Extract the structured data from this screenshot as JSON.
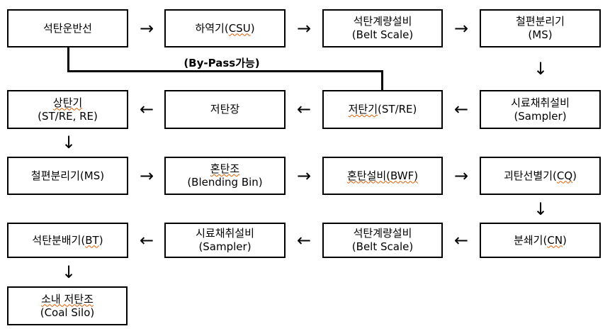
{
  "colors": {
    "background": "#ffffff",
    "line": "#000000",
    "text": "#000000",
    "spellcheck_squiggle": "#e05c00"
  },
  "icons": {
    "arrow_right": "→",
    "arrow_left": "←",
    "arrow_down": "↓"
  },
  "bypass": {
    "label": "(By-Pass가능)"
  },
  "nodes": [
    {
      "id": "coal-carrier",
      "l1a": "석탄운반선"
    },
    {
      "id": "unloader-csu",
      "l1a": "하역기(",
      "l1m": "CSU",
      "l1b": ")"
    },
    {
      "id": "belt-scale-1",
      "l1a": "석탄계량설비",
      "l2a": "(Belt Scale)"
    },
    {
      "id": "magnetic-separator-1",
      "l1a": "철편분리기",
      "l2a": "(MS)"
    },
    {
      "id": "stacker",
      "l1m": "상탄기",
      "l2a": "(ST/RE, RE)"
    },
    {
      "id": "coal-yard",
      "l1a": "저탄장"
    },
    {
      "id": "reclaimer",
      "l1m": "저탄기",
      "l1b": "(ST/RE)"
    },
    {
      "id": "sampler-1",
      "l1a": "시료채취설비",
      "l2a": "(Sampler)"
    },
    {
      "id": "magnetic-separator-2",
      "l1a": "철편분리기(MS)"
    },
    {
      "id": "blending-bin",
      "l1m": "혼탄조",
      "l2a": "(Blending Bin)"
    },
    {
      "id": "blending-facility",
      "l1m": "혼탄설비(BWF)"
    },
    {
      "id": "lump-coal-sorter",
      "l1a": "괴탄선별기(",
      "l1m": "CQ",
      "l1b": ")"
    },
    {
      "id": "coal-distributor",
      "l1a": "석탄분배기(",
      "l1m": "BT",
      "l1b": ")"
    },
    {
      "id": "sampler-2",
      "l1a": "시료채취설비",
      "l2a": "(Sampler)"
    },
    {
      "id": "belt-scale-2",
      "l1a": "석탄계량설비",
      "l2a": "(Belt Scale)"
    },
    {
      "id": "crusher",
      "l1a": "분쇄기(",
      "l1m": "CN",
      "l1b": ")"
    },
    {
      "id": "coal-silo",
      "l1m": "소내 저탄조",
      "l2a": "(Coal Silo)"
    }
  ],
  "connections": [
    {
      "from": "coal-carrier",
      "to": "unloader-csu",
      "direction": "right"
    },
    {
      "from": "unloader-csu",
      "to": "belt-scale-1",
      "direction": "right"
    },
    {
      "from": "belt-scale-1",
      "to": "magnetic-separator-1",
      "direction": "right"
    },
    {
      "from": "magnetic-separator-1",
      "to": "sampler-1",
      "direction": "down"
    },
    {
      "from": "sampler-1",
      "to": "reclaimer",
      "direction": "left"
    },
    {
      "from": "reclaimer",
      "to": "coal-yard",
      "direction": "left"
    },
    {
      "from": "coal-yard",
      "to": "stacker",
      "direction": "left"
    },
    {
      "from": "coal-carrier",
      "to": "reclaimer",
      "direction": "bypass",
      "label": "(By-Pass가능)"
    },
    {
      "from": "stacker",
      "to": "magnetic-separator-2",
      "direction": "down"
    },
    {
      "from": "magnetic-separator-2",
      "to": "blending-bin",
      "direction": "right"
    },
    {
      "from": "blending-bin",
      "to": "blending-facility",
      "direction": "right"
    },
    {
      "from": "blending-facility",
      "to": "lump-coal-sorter",
      "direction": "right"
    },
    {
      "from": "lump-coal-sorter",
      "to": "crusher",
      "direction": "down"
    },
    {
      "from": "crusher",
      "to": "belt-scale-2",
      "direction": "left"
    },
    {
      "from": "belt-scale-2",
      "to": "sampler-2",
      "direction": "left"
    },
    {
      "from": "sampler-2",
      "to": "coal-distributor",
      "direction": "left"
    },
    {
      "from": "coal-distributor",
      "to": "coal-silo",
      "direction": "down"
    }
  ]
}
